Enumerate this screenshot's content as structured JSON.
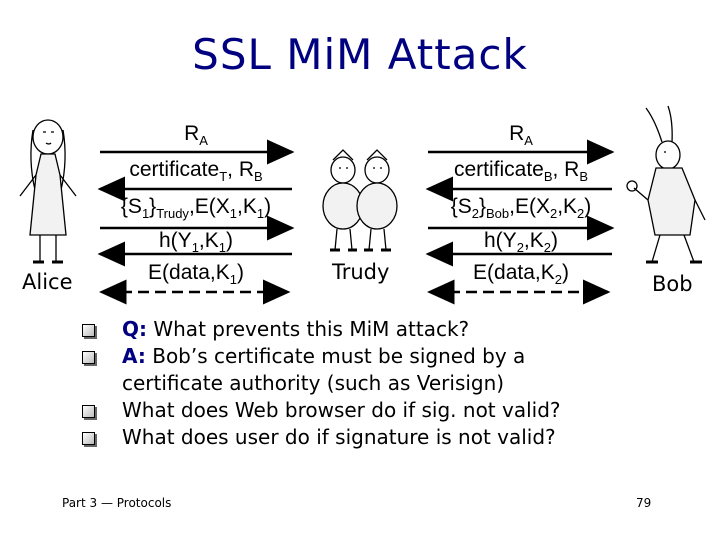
{
  "slide": {
    "title": "SSL MiM Attack",
    "footer": "Part 3 — Protocols",
    "page_number": "79"
  },
  "actors": {
    "alice": "Alice",
    "trudy": "Trudy",
    "bob": "Bob"
  },
  "left_messages": {
    "m1": {
      "base": "R",
      "sub": "A"
    },
    "m2": {
      "base": "certificate",
      "sub": "T",
      "rest": ", R",
      "sub2": "B"
    },
    "m3": {
      "pre": "{S",
      "sub1": "1",
      "mid": "}",
      "sub2": "Trudy",
      "rest": ",E(X",
      "sub3": "1",
      "comma": ",K",
      "sub4": "1",
      "end": ")"
    },
    "m4": {
      "pre": "h(Y",
      "sub1": "1",
      "mid": ",K",
      "sub2": "1",
      "end": ")"
    },
    "m5": {
      "pre": "E(data,K",
      "sub": "1",
      "end": ")"
    }
  },
  "right_messages": {
    "m1": {
      "base": "R",
      "sub": "A"
    },
    "m2": {
      "base": "certificate",
      "sub": "B",
      "rest": ", R",
      "sub2": "B"
    },
    "m3": {
      "pre": "{S",
      "sub1": "2",
      "mid": "}",
      "sub2": "Bob",
      "rest": ",E(X",
      "sub3": "2",
      "comma": ",K",
      "sub4": "2",
      "end": ")"
    },
    "m4": {
      "pre": "h(Y",
      "sub1": "2",
      "mid": ",K",
      "sub2": "2",
      "end": ")"
    },
    "m5": {
      "pre": "E(data,K",
      "sub": "2",
      "end": ")"
    }
  },
  "bullets": [
    {
      "label": "Q:",
      "text": " What prevents this MiM attack?"
    },
    {
      "label": "A:",
      "text": " Bob’s certificate must be signed by a"
    },
    {
      "label": "",
      "text": "certificate authority (such as Verisign)"
    },
    {
      "label": "",
      "text": "What does Web browser do if sig. not valid?"
    },
    {
      "label": "",
      "text": "What does user do if signature is not valid?"
    }
  ],
  "colors": {
    "title": "#000080",
    "label": "#000080",
    "text": "#000000"
  },
  "icons": [
    "alice-figure-icon",
    "tweedle-twins-figure-icon",
    "white-rabbit-figure-icon"
  ]
}
